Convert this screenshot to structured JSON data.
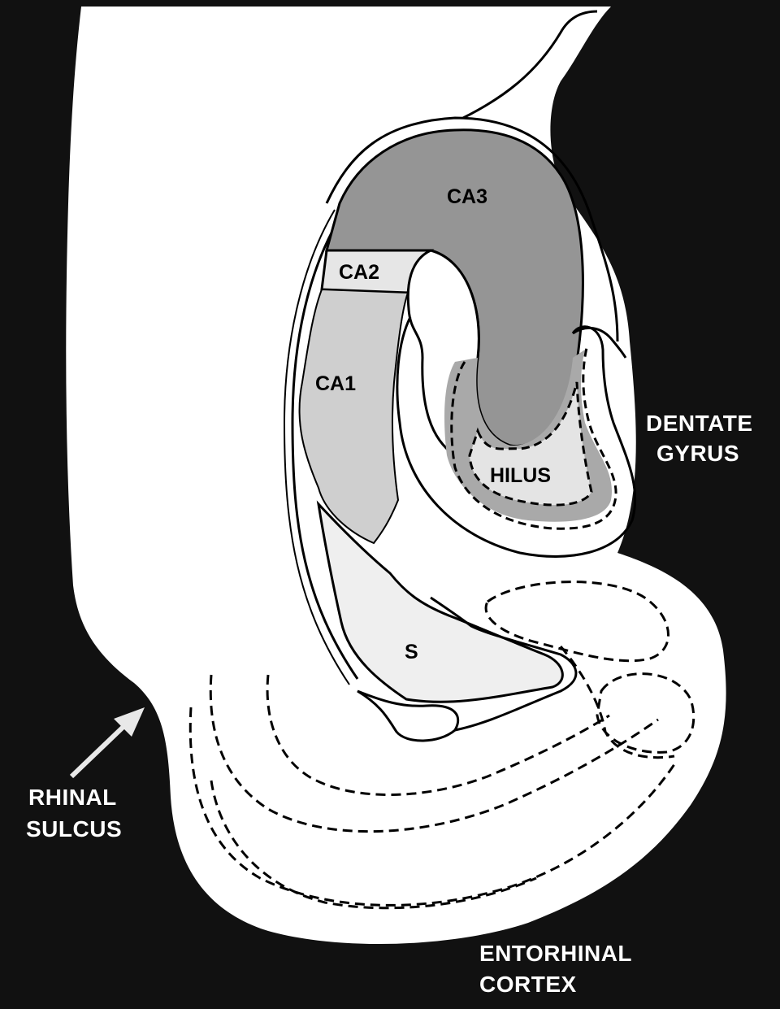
{
  "diagram": {
    "regions": {
      "ca3": "CA3",
      "ca2": "CA2",
      "ca1": "CA1",
      "hilus": "HILUS",
      "subiculum": "S"
    },
    "annotations": {
      "dentate_gyrus": [
        "DENTATE",
        "GYRUS"
      ],
      "rhinal_sulcus": [
        "RHINAL",
        "SULCUS"
      ],
      "entorhinal_cortex": [
        "ENTORHINAL",
        "CORTEX"
      ]
    },
    "colors": {
      "background": "#111111",
      "tissue": "#ffffff",
      "ca3": "#959595",
      "ca2": "#e6e6e6",
      "ca1": "#cfcfcf",
      "hilus": "#e4e4e4",
      "granule_layer": "#a9a9a9",
      "subiculum": "#efefef",
      "outline": "#000000",
      "outer_text": "#ffffff",
      "arrow": "#e8e8e8"
    }
  }
}
